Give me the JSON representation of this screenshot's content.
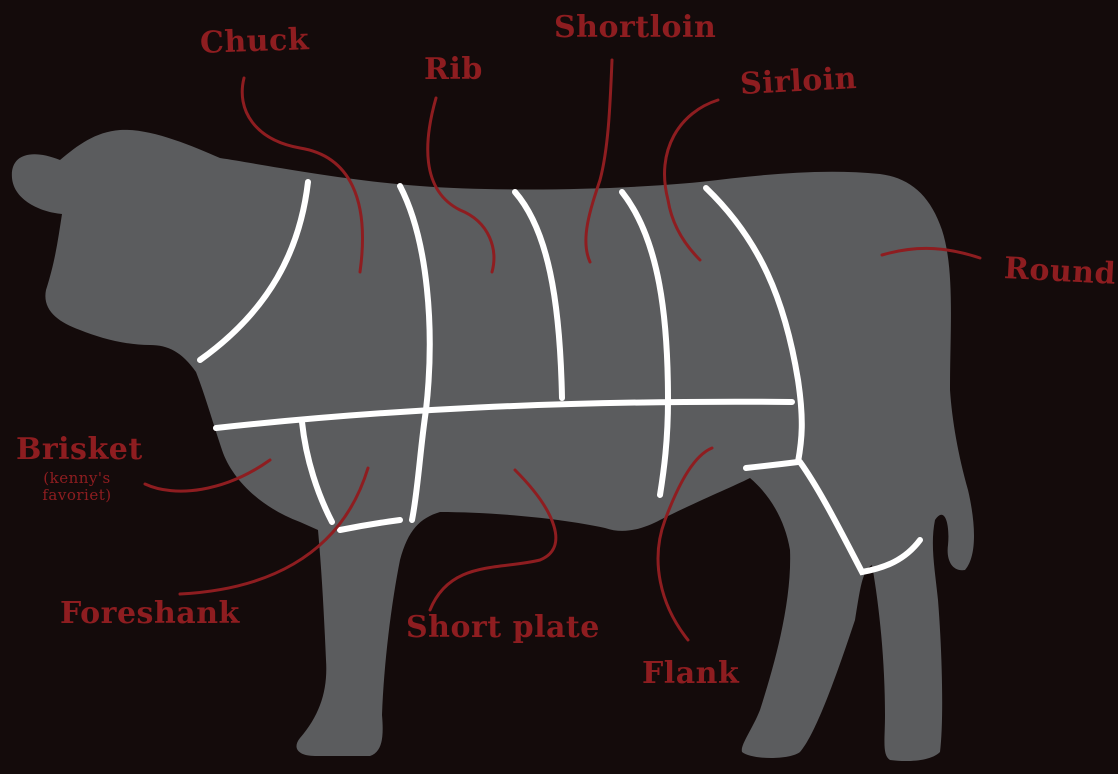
{
  "labels": {
    "chuck": "Chuck",
    "rib": "Rib",
    "shortloin": "Shortloin",
    "sirloin": "Sirloin",
    "round": "Round",
    "brisket": "Brisket",
    "brisket_note_1": "(kenny's",
    "brisket_note_2": "favoriet)",
    "foreshank": "Foreshank",
    "short_plate": "Short plate",
    "flank": "Flank"
  },
  "colors": {
    "background": "#140b0b",
    "cow": "#5b5c5e",
    "chalk": "#ffffff",
    "label": "#8e1d20"
  }
}
